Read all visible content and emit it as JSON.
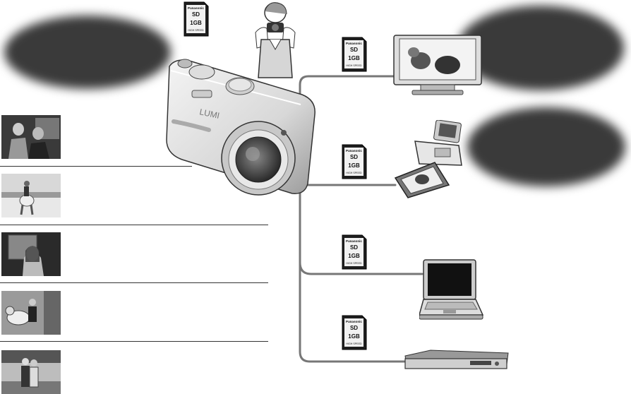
{
  "sd_card": {
    "brand": "Panasonic",
    "logo": "SD",
    "capacity": "1GB",
    "speed_label": "HIGH SPEED"
  },
  "camera": {
    "brand_text": "LUMI"
  },
  "devices": [
    "tv-icon",
    "photo-printer-icon",
    "laptop-icon",
    "dvd-recorder-icon"
  ],
  "photos": [
    "friends-at-bar-photo",
    "horse-riding-photo",
    "portrait-photo",
    "carousel-photo",
    "couple-photo"
  ]
}
